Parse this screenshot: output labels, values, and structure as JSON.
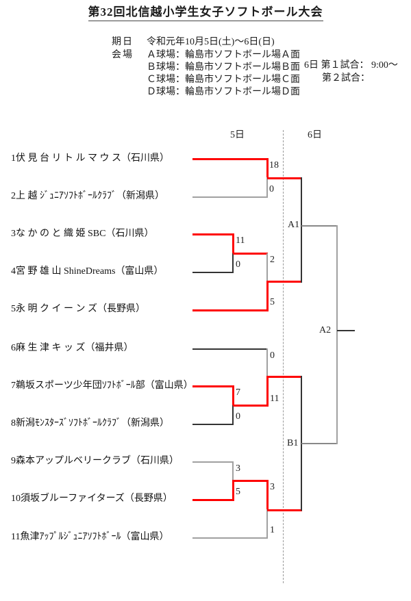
{
  "title": "第32回北信越小学生女子ソフトボール大会",
  "info": {
    "date_label": "期日",
    "date_value": "令和元年10月5日(土)～6日(日)",
    "venue_label": "会場",
    "venues": [
      "Ａ球場：輪島市ソフトボール場Ａ面",
      "Ｂ球場：輪島市ソフトボール場Ｂ面",
      "Ｃ球場：輪島市ソフトボール場Ｃ面",
      "Ｄ球場：輪島市ソフトボール場Ｄ面"
    ]
  },
  "schedule_note": {
    "line1": "6日 第１試合：  9:00～",
    "line2": "第２試合："
  },
  "bracket": {
    "day5_label": "5日",
    "day6_label": "6日",
    "teams": [
      {
        "seed": "1",
        "name": "伏 見 台 リ ト ル マ ウ ス",
        "pref": "（石川県）"
      },
      {
        "seed": "2",
        "name": "上 越 ｼﾞｭﾆｱｿﾌﾄﾎﾞｰﾙｸﾗﾌﾞ",
        "pref": "（新潟県）"
      },
      {
        "seed": "3",
        "name": "な か の と 織 姫 SBC",
        "pref": "（石川県）"
      },
      {
        "seed": "4",
        "name": "宮 野 雄 山  ShineDreams",
        "pref": "（富山県）"
      },
      {
        "seed": "5",
        "name": "永 明 ク イ ー ン ズ",
        "pref": "（長野県）"
      },
      {
        "seed": "6",
        "name": "麻 生 津 キ ッ ズ",
        "pref": "（福井県）"
      },
      {
        "seed": "7",
        "name": "鵜坂スポーツ少年団ｿﾌﾄﾎﾞｰﾙ部",
        "pref": "（富山県）"
      },
      {
        "seed": "8",
        "name": "新潟ﾓﾝｽﾀｰｽﾞｿﾌﾄﾎﾞｰﾙｸﾗﾌﾞ",
        "pref": "（新潟県）"
      },
      {
        "seed": "9",
        "name": "森本アップルベリークラブ",
        "pref": "（石川県）"
      },
      {
        "seed": "10",
        "name": "須坂ブルーファイターズ",
        "pref": "（長野県）"
      },
      {
        "seed": "11",
        "name": "魚津ｱｯﾌﾟﾙｼﾞｭﾆｱｿﾌﾄﾎﾞｰﾙ",
        "pref": "（富山県）"
      }
    ],
    "scores": {
      "m1_top": "18",
      "m1_bottom": "0",
      "m2_top": "11",
      "m2_bottom": "0",
      "m3_top": "2",
      "m3_bottom": "5",
      "m4_top": "7",
      "m4_bottom": "0",
      "m5_top": "0",
      "m5_bottom": "11",
      "m6_top": "3",
      "m6_bottom": "5",
      "m7_top": "3",
      "m7_bottom": "1"
    },
    "round_labels": {
      "a1": "A1",
      "a2": "A2",
      "b1": "B1"
    }
  },
  "colors": {
    "winner_line": "#fe0000",
    "neutral_line": "#333333",
    "loser_line": "#a0a0a0",
    "divider": "#999999"
  }
}
